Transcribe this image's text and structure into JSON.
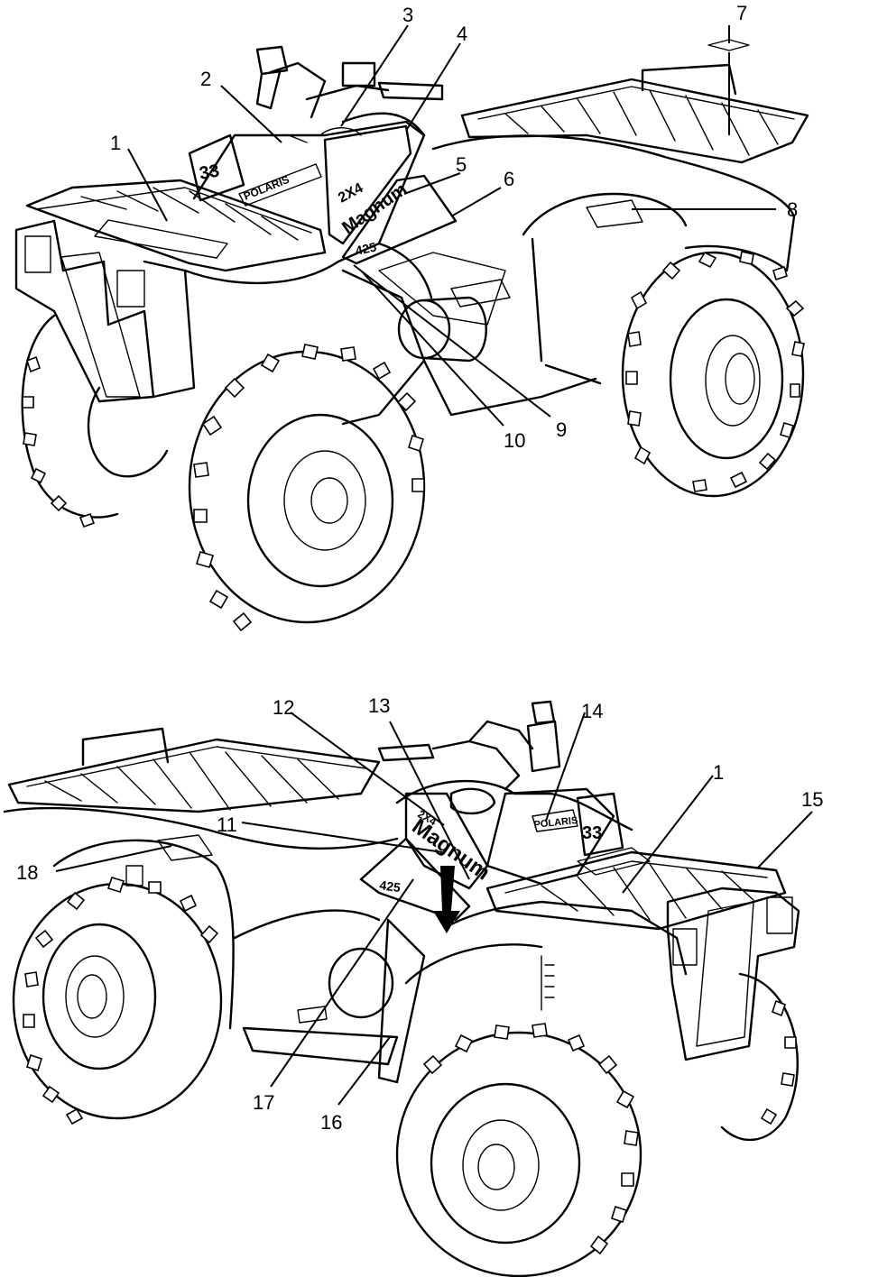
{
  "callouts_top": [
    {
      "id": "c1",
      "label": "1"
    },
    {
      "id": "c2",
      "label": "2"
    },
    {
      "id": "c3",
      "label": "3"
    },
    {
      "id": "c4",
      "label": "4"
    },
    {
      "id": "c5",
      "label": "5"
    },
    {
      "id": "c6",
      "label": "6"
    },
    {
      "id": "c7",
      "label": "7"
    },
    {
      "id": "c8",
      "label": "8"
    },
    {
      "id": "c9",
      "label": "9"
    },
    {
      "id": "c10",
      "label": "10"
    }
  ],
  "callouts_bottom": [
    {
      "id": "c11",
      "label": "11"
    },
    {
      "id": "c12",
      "label": "12"
    },
    {
      "id": "c13",
      "label": "13"
    },
    {
      "id": "c14",
      "label": "14"
    },
    {
      "id": "c1b",
      "label": "1"
    },
    {
      "id": "c15",
      "label": "15"
    },
    {
      "id": "c16",
      "label": "16"
    },
    {
      "id": "c17",
      "label": "17"
    },
    {
      "id": "c18",
      "label": "18"
    }
  ],
  "decals": {
    "brand": "POLARIS",
    "model": "Magnum",
    "drive": "2X4",
    "displacement": "425"
  },
  "colors": {
    "ink": "#000000",
    "paper": "#ffffff"
  }
}
